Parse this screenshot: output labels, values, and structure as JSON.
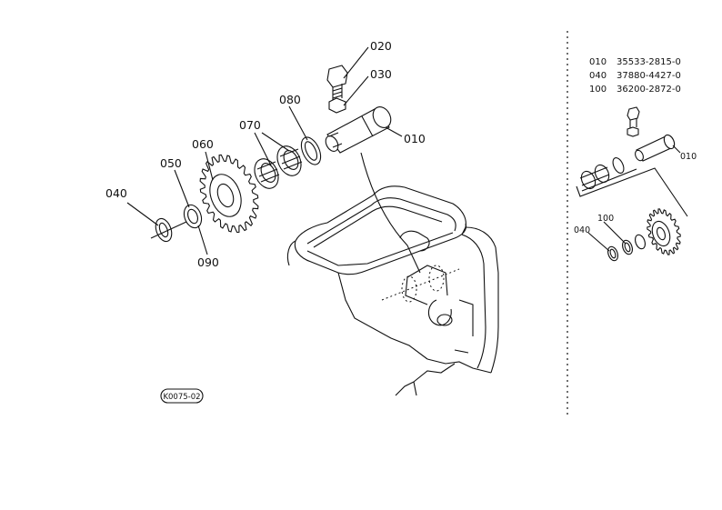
{
  "main_labels": {
    "p010": "010",
    "p020": "020",
    "p030": "030",
    "p040": "040",
    "p050": "050",
    "p060": "060",
    "p070": "070",
    "p080": "080",
    "p090": "090"
  },
  "figure_code": "K0075-02",
  "parts_table": [
    {
      "ref": "010",
      "part_no": "35533-2815-0"
    },
    {
      "ref": "040",
      "part_no": "37880-4427-0"
    },
    {
      "ref": "100",
      "part_no": "36200-2872-0"
    }
  ],
  "inset_labels": {
    "p010": "010",
    "p040": "040",
    "p100": "100"
  }
}
